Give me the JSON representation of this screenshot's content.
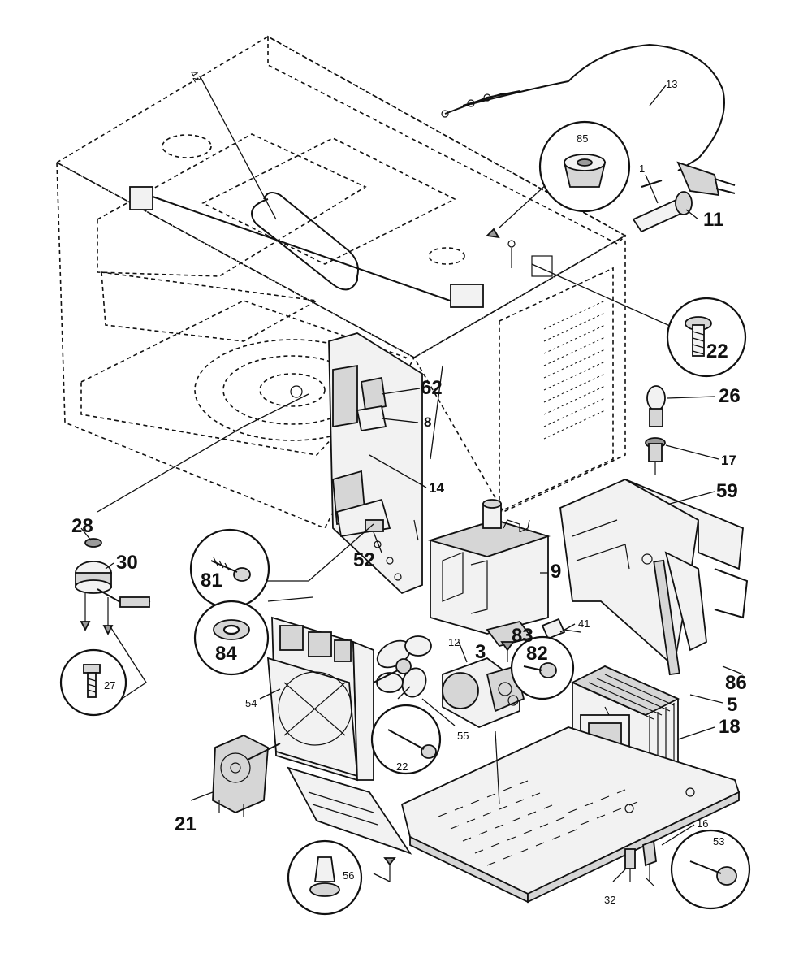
{
  "diagram": {
    "part_labels": {
      "p13": "13",
      "p85": "85",
      "p1": "1",
      "p11": "11",
      "p42": "42",
      "p22a": "22",
      "p26": "26",
      "p17": "17",
      "p62": "62",
      "p8": "8",
      "p14": "14",
      "p59": "59",
      "p28": "28",
      "p30": "30",
      "p81": "81",
      "p52": "52",
      "p9": "9",
      "p84": "84",
      "p83": "83",
      "p82": "82",
      "p41": "41",
      "p12": "12",
      "p3": "3",
      "p86": "86",
      "p5": "5",
      "p27": "27",
      "p54": "54",
      "p55": "55",
      "p18": "18",
      "p22b": "22",
      "p21": "21",
      "p16": "16",
      "p53": "53",
      "p56": "56",
      "p32": "32"
    }
  }
}
